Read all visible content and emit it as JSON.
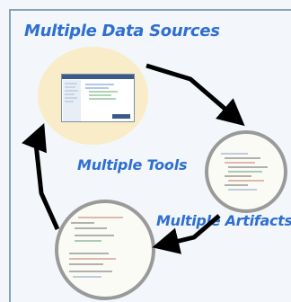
{
  "labels": {
    "data_sources": "Multiple Data Sources",
    "tools": "Multiple Tools",
    "artifacts": "Multiple Artifacts"
  },
  "colors": {
    "label": "#2f6fd0",
    "arrow": "#000000",
    "circle_border": "#9a9a9a",
    "sources_bg": "#f8edc8",
    "frame_border": "#8aa0b9"
  }
}
